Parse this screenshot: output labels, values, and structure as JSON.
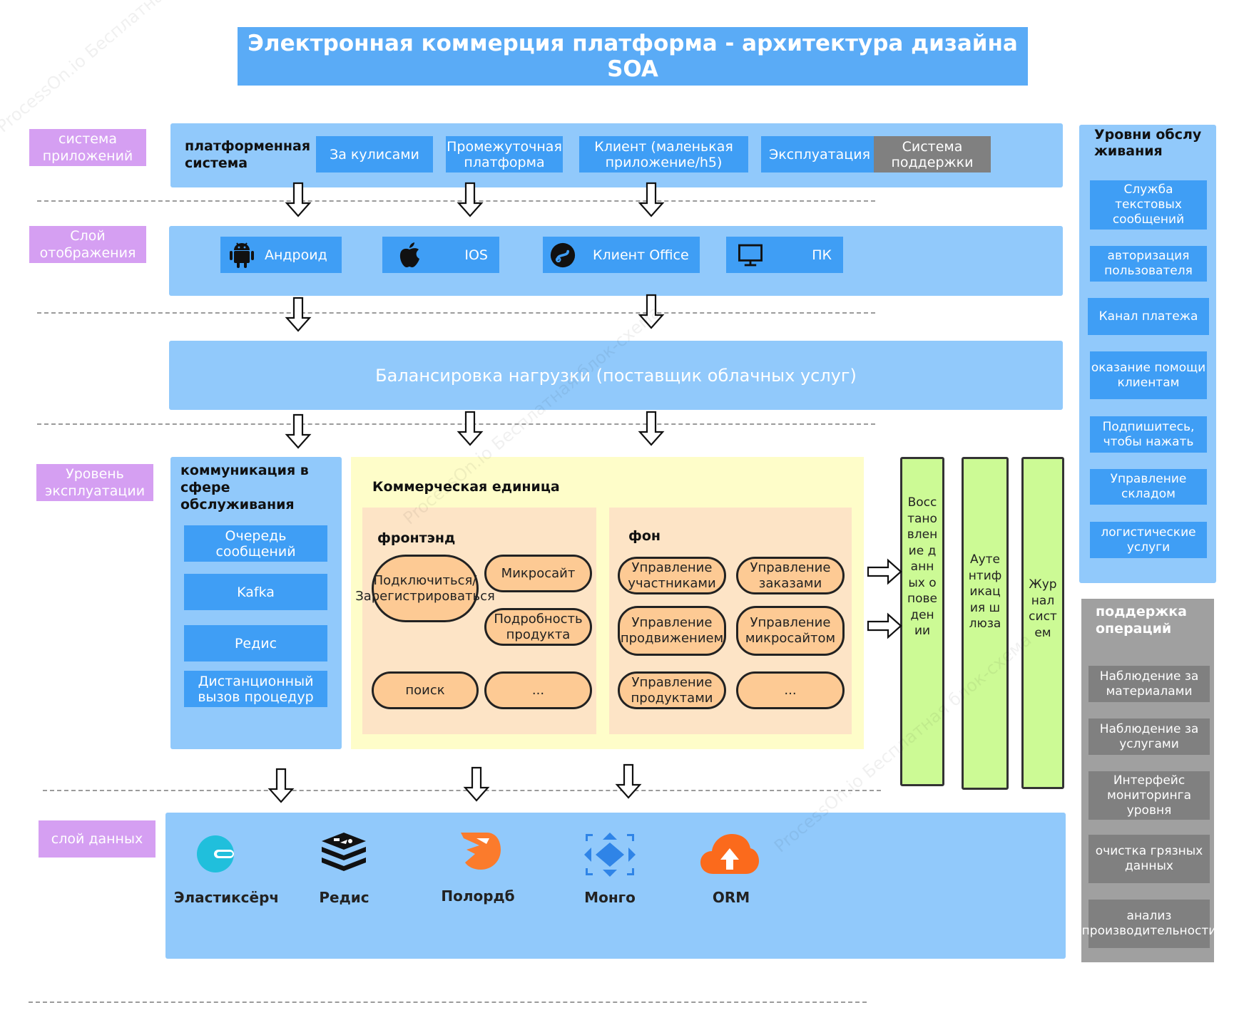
{
  "title": "Электронная коммерция платформа - архитектура дизайна SOA",
  "layers": {
    "app_system": "система приложений",
    "display": "Слой отображения",
    "operation": "Уровень эксплуатации",
    "data": "слой данных"
  },
  "platform": {
    "label": "платформенная система",
    "items": [
      "За кулисами",
      "Промежуточная платформа",
      "Клиент (маленькая приложение/h5)",
      "Эксплуатация",
      "Система поддержки"
    ]
  },
  "display_items": [
    "Андроид",
    "IOS",
    "Клиент Office",
    "ПК"
  ],
  "load_balancing": "Балансировка нагрузки (поставщик облачных услуг)",
  "comm": {
    "title": "коммуникация в сфере обслуживания",
    "items": [
      "Очередь сообщений",
      "Kafka",
      "Редис",
      "Дистанционный вызов процедур"
    ]
  },
  "commerce": {
    "title": "Коммерческая единица",
    "frontend": {
      "title": "фронтэнд",
      "items": [
        "Подключиться/ Зарегистрироваться",
        "Микросайт",
        "Подробность продукта",
        "поиск",
        "..."
      ]
    },
    "backend": {
      "title": "фон",
      "items": [
        "Управление участниками",
        "Управление заказами",
        "Управление продвижением",
        "Управление микросайтом",
        "Управление продуктами",
        "..."
      ]
    }
  },
  "vertical": [
    "Восстановление данных о поведении",
    "Аутентификация шлюза",
    "Журнал систем"
  ],
  "service_levels": {
    "title": "Уровни обслуживания",
    "items": [
      "Служба текстовых сообщений",
      "авторизация пользователя",
      "Канал платежа",
      "оказание помощи клиентам",
      "Подпишитесь, чтобы нажать",
      "Управление складом",
      "логистические услуги"
    ]
  },
  "ops_support": {
    "title": "поддержка операций",
    "items": [
      "Наблюдение за материалами",
      "Наблюдение за услугами",
      "Интерфейс мониторинга уровня",
      "очистка грязных данных",
      "анализ производительности"
    ]
  },
  "data_items": [
    "Эластиксёрч",
    "Редис",
    "Полордб",
    "Монго",
    "ORM"
  ],
  "watermark": "ProcessOn.io Бесплатная блок-схема",
  "colors": {
    "title": "#5aabf6",
    "layer": "#91c9fb",
    "tag": "#d59ff2",
    "box": "#3f9ef5",
    "grey": "#808080",
    "commerce": "#fefdc9",
    "pill": "#fdca94",
    "vertical": "#ccfa95"
  }
}
